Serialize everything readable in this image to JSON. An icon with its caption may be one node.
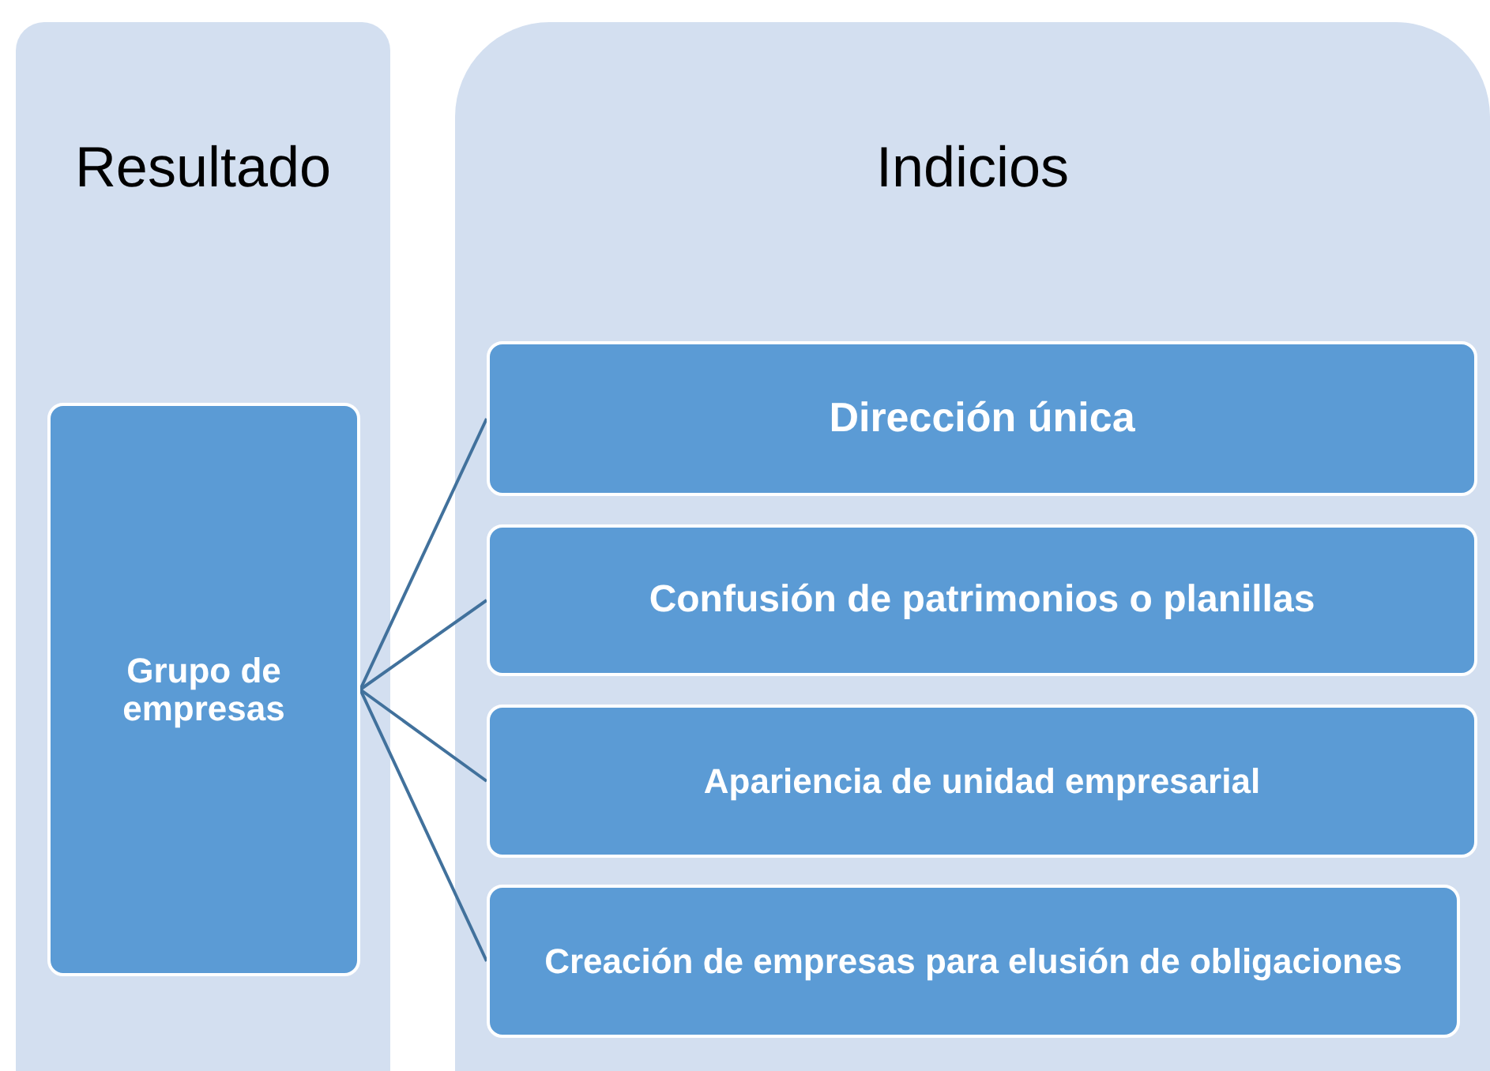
{
  "diagram": {
    "nodes": [
      {
        "text": [
          "Resultado"
        ]
      },
      {
        "text": [
          "Grupo de empresas"
        ],
        "in": 0
      },
      {
        "text": [
          "Indicios"
        ]
      },
      {
        "text": [
          "Dirección única"
        ],
        "in": 2
      },
      {
        "text": [
          "Confusión de patrimonios o planillas"
        ],
        "in": 2
      },
      {
        "text": [
          "Apariencia de unidad empresarial"
        ],
        "in": 2
      },
      {
        "text": [
          "Creación de empresas para elusión de obligaciones"
        ],
        "in": 2
      }
    ],
    "edges": [
      {
        "from": 1,
        "to": 3,
        "arrow": "none"
      },
      {
        "from": 1,
        "to": 4,
        "arrow": "none"
      },
      {
        "from": 1,
        "to": 5,
        "arrow": "none"
      },
      {
        "from": 1,
        "to": 6,
        "arrow": "none"
      }
    ]
  }
}
